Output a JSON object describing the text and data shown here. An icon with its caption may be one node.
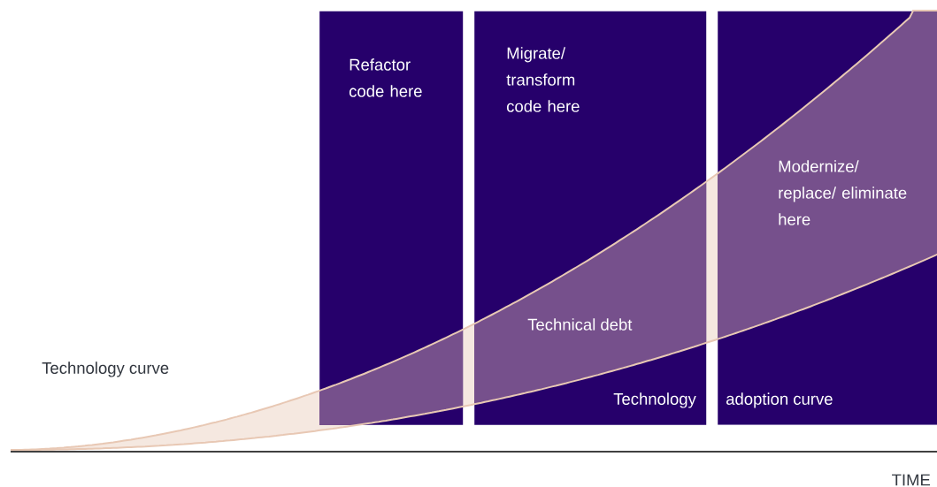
{
  "diagram": {
    "nodes": [
      {
        "text": [
          "Refactor code here"
        ]
      },
      {
        "text": [
          "Migrate/ transform code here",
          "Technology"
        ]
      },
      {
        "text": [
          "Modernize/ replace/ eliminate here",
          "adoption curve"
        ]
      }
    ],
    "labels": [
      "Technology curve",
      "Technical debt",
      "TIME"
    ]
  }
}
